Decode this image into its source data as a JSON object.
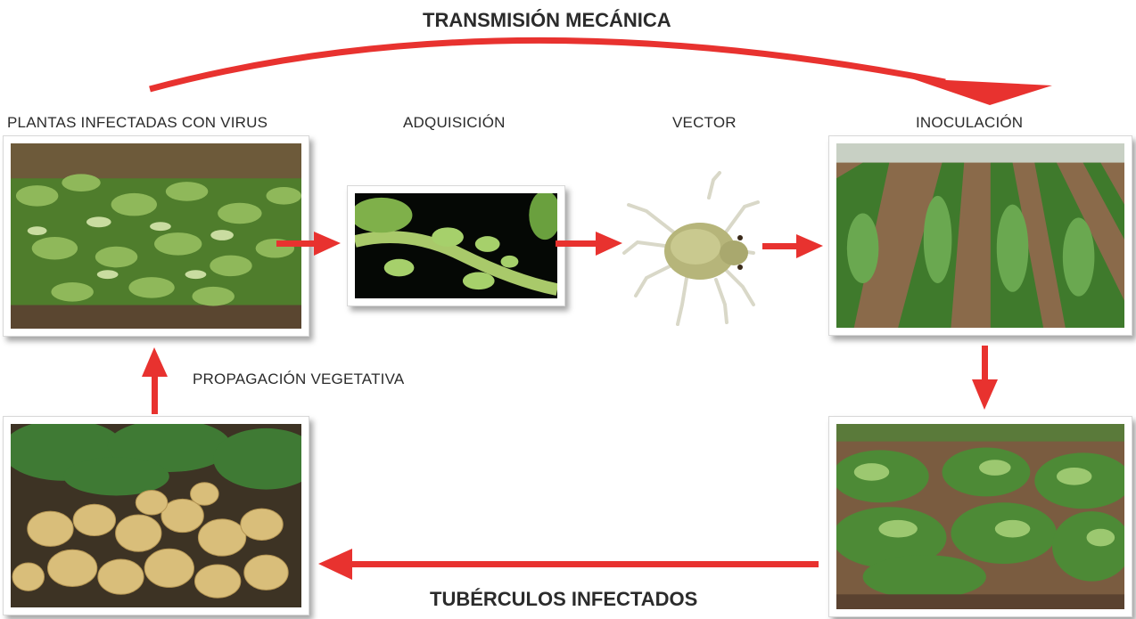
{
  "diagram": {
    "top_title": "TRANSMISIÓN MECÁNICA",
    "bottom_title": "TUBÉRCULOS INFECTADOS",
    "labels": {
      "infected_plants": "PLANTAS INFECTADAS CON VIRUS",
      "acquisition": "ADQUISICIÓN",
      "vector": "VECTOR",
      "inoculation": "INOCULACIÓN",
      "vegetative_propagation": "PROPAGACIÓN VEGETATIVA"
    },
    "arrow_color": "#e8322f",
    "images": {
      "infected_plants": "infected-potato-plants-photo",
      "acquisition": "aphids-on-stem-photo",
      "vector": "aphid-vector-photo",
      "inoculation": "potato-field-rows-photo",
      "infected_field": "infected-potato-field-photo",
      "infected_tubers": "potato-tubers-photo"
    }
  }
}
